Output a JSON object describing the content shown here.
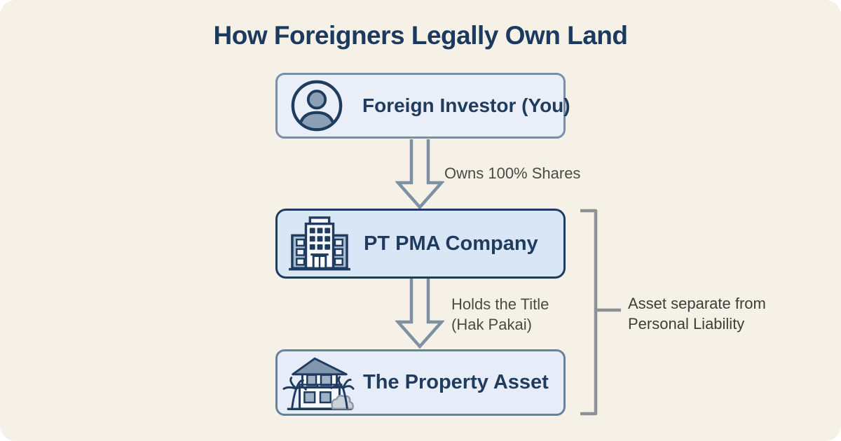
{
  "title": "How Foreigners Legally Own Land",
  "flow": {
    "nodes": [
      {
        "id": "investor",
        "label": "Foreign Investor (You)",
        "icon": "person-icon"
      },
      {
        "id": "company",
        "label": "PT PMA Company",
        "icon": "office-building-icon"
      },
      {
        "id": "property",
        "label": "The Property Asset",
        "icon": "villa-icon"
      }
    ],
    "edges": [
      {
        "from": "investor",
        "to": "company",
        "lines": [
          "Owns 100% Shares"
        ]
      },
      {
        "from": "company",
        "to": "property",
        "lines": [
          "Holds the Title",
          "(Hak Pakai)"
        ]
      }
    ],
    "annotation": {
      "lines": [
        "Asset separate from",
        "Personal Liability"
      ],
      "spans": [
        "company",
        "property"
      ]
    }
  },
  "colors": {
    "background": "#f6f1e7",
    "title_navy": "#1c3a60",
    "node_border_light": "#7a8ea6",
    "node_border_dark": "#1d3c63",
    "node_fill_light": "#e9eef8",
    "node_fill_medium": "#d9e6f6",
    "arrow_gray_blue": "#7e90a4",
    "bracket_gray": "#8b9197",
    "label_gray": "#4a4a44",
    "icon_slate": "#8ba0b7"
  }
}
